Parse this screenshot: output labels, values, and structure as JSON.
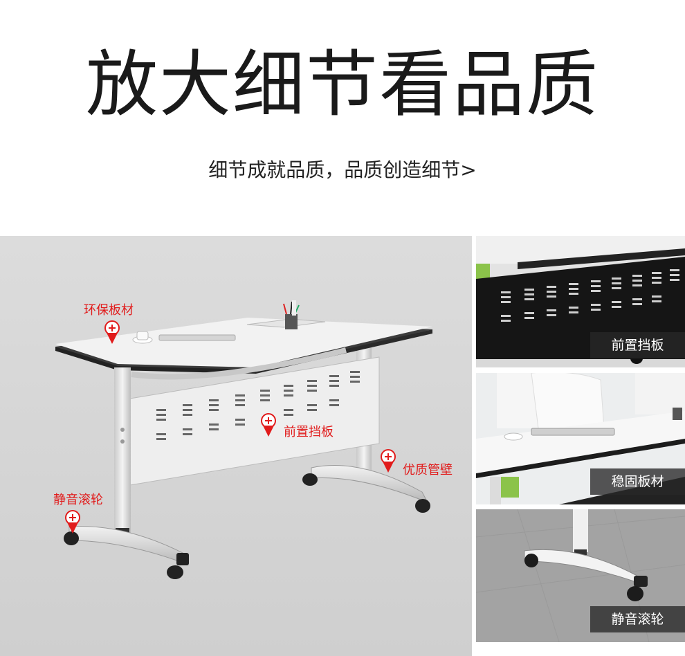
{
  "header": {
    "title": "放大细节看品质",
    "subtitle": "细节成就品质，品质创造细节>"
  },
  "main_image": {
    "callouts": [
      {
        "id": "board",
        "label": "环保板材"
      },
      {
        "id": "panel",
        "label": "前置挡板"
      },
      {
        "id": "tube",
        "label": "优质管壁"
      },
      {
        "id": "caster",
        "label": "静音滚轮"
      }
    ]
  },
  "thumbnails": [
    {
      "label": "前置挡板"
    },
    {
      "label": "稳固板材"
    },
    {
      "label": "静音滚轮"
    }
  ],
  "colors": {
    "accent_red": "#e11b1b",
    "label_bg": "#3a3a3a",
    "panel_bg": "#d8d8d8"
  }
}
